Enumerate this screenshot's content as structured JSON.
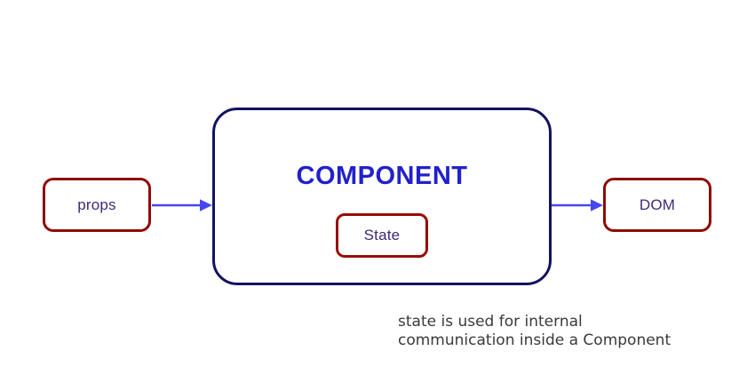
{
  "diagram": {
    "nodes": {
      "props": {
        "label": "props"
      },
      "component": {
        "title": "COMPONENT"
      },
      "state": {
        "label": "State"
      },
      "dom": {
        "label": "DOM"
      }
    },
    "caption": {
      "line1": "state is used for internal",
      "line2": "communication inside a Component"
    },
    "colors": {
      "box_border_red": "#8e0b03",
      "container_border_navy": "#131360",
      "title_blue": "#2121cc",
      "label_purple": "#3d2a76",
      "arrow_blue": "#4747ef",
      "caption_gray": "#3a3a3a",
      "background": "#ffffff"
    }
  }
}
